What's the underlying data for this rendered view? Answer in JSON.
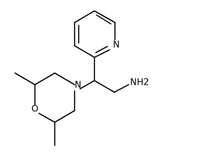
{
  "atoms": {
    "pyridine_n": "N",
    "morpholine_n": "N",
    "morpholine_o": "O",
    "amine": "NH2"
  },
  "colors": {
    "bond": "#000000",
    "background": "#ffffff"
  }
}
